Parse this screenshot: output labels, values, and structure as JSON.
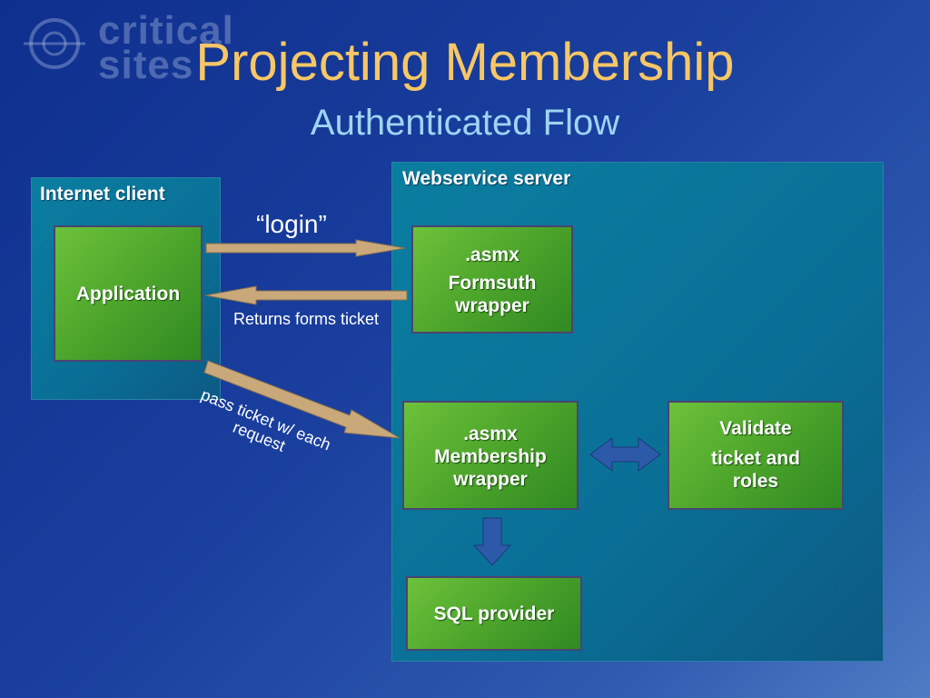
{
  "logo": {
    "line1": "critical",
    "line2": "sites"
  },
  "slide": {
    "title": "Projecting Membership",
    "subtitle": "Authenticated Flow"
  },
  "client_panel": {
    "label": "Internet client"
  },
  "server_panel": {
    "label": "Webservice server"
  },
  "boxes": {
    "application": {
      "line1": "Application"
    },
    "formsauth": {
      "line1": ".asmx",
      "line2": "Formsuth",
      "line3": "wrapper"
    },
    "membership": {
      "line1": ".asmx",
      "line2": "Membership",
      "line3": "wrapper"
    },
    "validate": {
      "line1": "Validate",
      "line2": "ticket and",
      "line3": "roles"
    },
    "sql": {
      "line1": "SQL provider"
    }
  },
  "edges": {
    "login": "“login”",
    "returns": "Returns forms ticket",
    "pass_line1": "pass ticket w/ each",
    "pass_line2": "request"
  },
  "colors": {
    "title": "#f7c766",
    "subtitle": "#9fd4f5",
    "panel": "#0a7ea0",
    "box": "#4aa22a",
    "tan_arrow": "#c9a97a",
    "blue_arrow": "#2c5aa8"
  }
}
